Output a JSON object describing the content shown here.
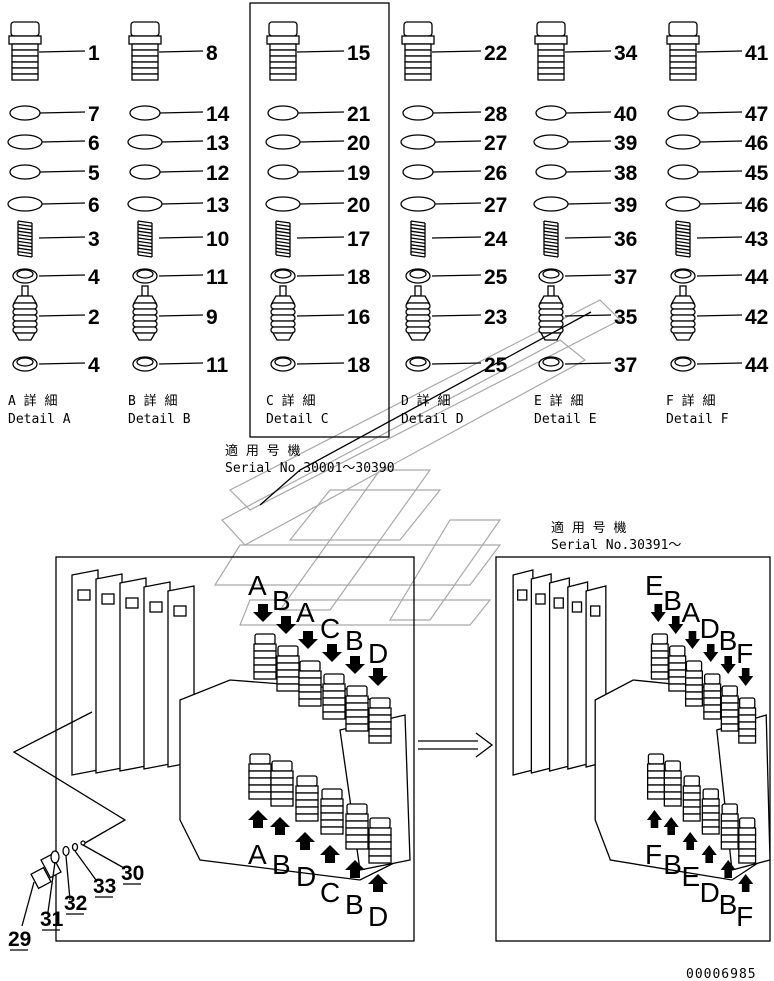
{
  "columns": [
    {
      "key": "A",
      "label_jp": "A 詳 細",
      "label_en": "Detail A",
      "plug": "1",
      "ring1": "7",
      "ring2": "6",
      "ring3": "5",
      "ring4": "6",
      "spring": "3",
      "seat_top": "4",
      "spool": "2",
      "seat_bottom": "4"
    },
    {
      "key": "B",
      "label_jp": "B 詳 細",
      "label_en": "Detail B",
      "plug": "8",
      "ring1": "14",
      "ring2": "13",
      "ring3": "12",
      "ring4": "13",
      "spring": "10",
      "seat_top": "11",
      "spool": "9",
      "seat_bottom": "11"
    },
    {
      "key": "C",
      "label_jp": "C 詳 細",
      "label_en": "Detail C",
      "plug": "15",
      "ring1": "21",
      "ring2": "20",
      "ring3": "19",
      "ring4": "20",
      "spring": "17",
      "seat_top": "18",
      "spool": "16",
      "seat_bottom": "18"
    },
    {
      "key": "D",
      "label_jp": "D 詳 細",
      "label_en": "Detail D",
      "plug": "22",
      "ring1": "28",
      "ring2": "27",
      "ring3": "26",
      "ring4": "27",
      "spring": "24",
      "seat_top": "25",
      "spool": "23",
      "seat_bottom": "25"
    },
    {
      "key": "E",
      "label_jp": "E 詳 細",
      "label_en": "Detail E",
      "plug": "34",
      "ring1": "40",
      "ring2": "39",
      "ring3": "38",
      "ring4": "39",
      "spring": "36",
      "seat_top": "37",
      "spool": "35",
      "seat_bottom": "37"
    },
    {
      "key": "F",
      "label_jp": "F 詳 細",
      "label_en": "Detail F",
      "plug": "41",
      "ring1": "47",
      "ring2": "46",
      "ring3": "45",
      "ring4": "46",
      "spring": "43",
      "seat_top": "44",
      "spool": "42",
      "seat_bottom": "44"
    }
  ],
  "serial_old": {
    "label_jp": "適 用 号 機",
    "range": "Serial No.30001～30390"
  },
  "serial_new": {
    "label_jp": "適 用 号 機",
    "range": "Serial No.30391～"
  },
  "left_assembly": {
    "top_letters": [
      "A",
      "B",
      "A",
      "C",
      "B",
      "D"
    ],
    "bottom_letters": [
      "A",
      "B",
      "D",
      "C",
      "B",
      "D"
    ]
  },
  "right_assembly": {
    "top_letters": [
      "E",
      "B",
      "A",
      "D",
      "B",
      "F"
    ],
    "bottom_letters": [
      "F",
      "B",
      "E",
      "D",
      "B",
      "F"
    ]
  },
  "small_parts": [
    "29",
    "31",
    "32",
    "33",
    "30"
  ],
  "drawing_number": "00006985",
  "colors": {
    "ink": "#000000",
    "paper": "#ffffff",
    "watermark": "#9a9a9a"
  }
}
